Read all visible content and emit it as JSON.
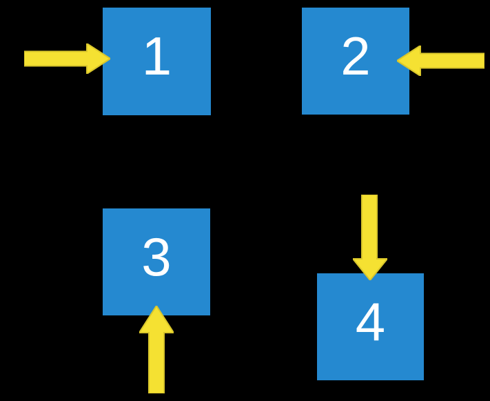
{
  "colors": {
    "background": "#000000",
    "box_fill": "#2589D0",
    "arrow_fill": "#F5E132",
    "arrow_outline": "#D9C62B",
    "label_color": "#FFFFFF"
  },
  "boxes": [
    {
      "label": "1",
      "arrow_from_side": "left",
      "arrow_points": "right"
    },
    {
      "label": "2",
      "arrow_from_side": "right",
      "arrow_points": "left"
    },
    {
      "label": "3",
      "arrow_from_side": "bottom",
      "arrow_points": "up"
    },
    {
      "label": "4",
      "arrow_from_side": "top",
      "arrow_points": "down"
    }
  ]
}
